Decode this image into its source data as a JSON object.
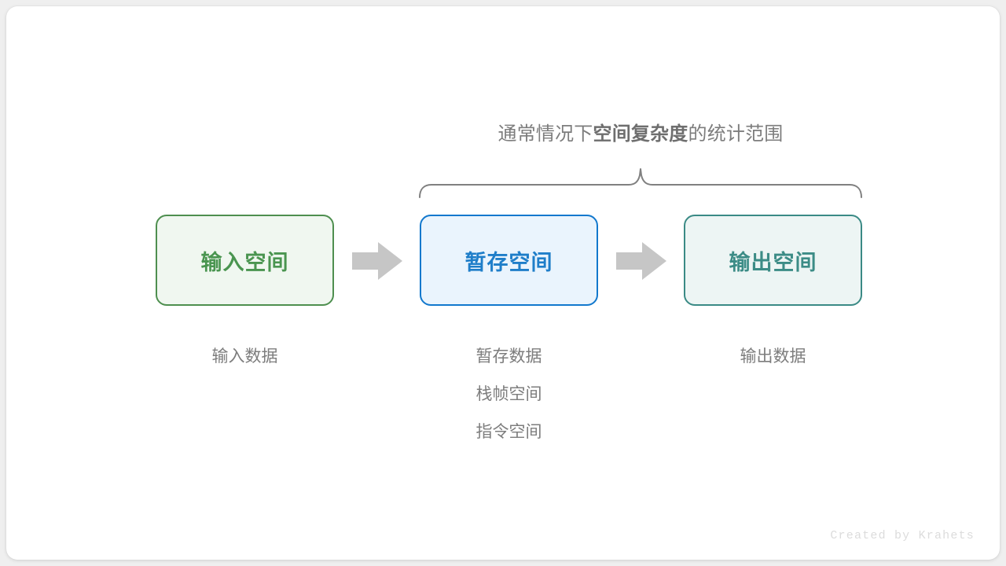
{
  "canvas": {
    "background": "#efefef",
    "card_background": "#ffffff"
  },
  "scope_caption": {
    "prefix": "通常情况下",
    "emphasis": "空间复杂度",
    "suffix": "的统计范围",
    "color": "#7d7d7d"
  },
  "brace": {
    "name": "curly-brace",
    "color": "#808080",
    "spans_from": "暂存空间",
    "spans_to": "输出空间"
  },
  "flow": {
    "boxes": [
      {
        "id": "input",
        "label": "输入空间",
        "fill": "#f0f7f0",
        "border": "#4e8f4f",
        "text_color": "#4a9550",
        "sub_labels": [
          "输入数据"
        ]
      },
      {
        "id": "temp",
        "label": "暂存空间",
        "fill": "#eaf4fd",
        "border": "#1278cd",
        "text_color": "#1f7ec9",
        "sub_labels": [
          "暂存数据",
          "栈帧空间",
          "指令空间"
        ]
      },
      {
        "id": "output",
        "label": "输出空间",
        "fill": "#edf5f4",
        "border": "#3a8a85",
        "text_color": "#3c8c86",
        "sub_labels": [
          "输出数据"
        ]
      }
    ],
    "arrows": [
      {
        "id": "arrow-1",
        "direction": "right",
        "color": "#c6c6c6"
      },
      {
        "id": "arrow-2",
        "direction": "right",
        "color": "#c6c6c6"
      }
    ]
  },
  "credit": {
    "text": "Created by Krahets",
    "color": "#dcdcdc"
  }
}
